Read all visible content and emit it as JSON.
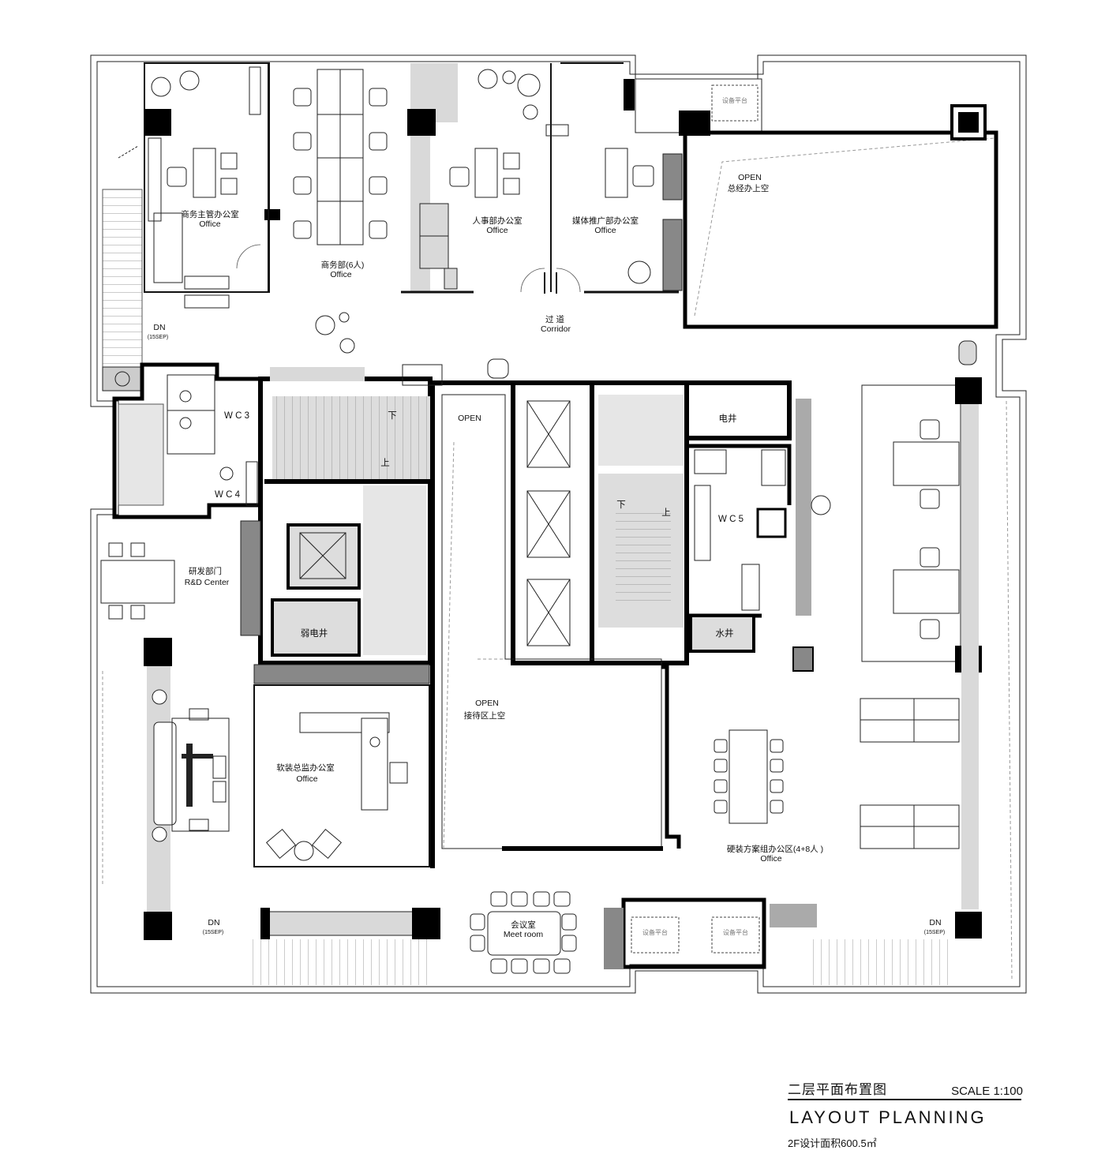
{
  "rooms": {
    "business_manager": {
      "cn": "商务主管办公室",
      "en": "Office"
    },
    "business_dept": {
      "cn": "商务部(6人)",
      "en": "Office"
    },
    "hr": {
      "cn": "人事部办公室",
      "en": "Office"
    },
    "media": {
      "cn": "媒体推广部办公室",
      "en": "Office"
    },
    "gm_open": {
      "cn": "总经办上空",
      "en": "OPEN"
    },
    "corridor": {
      "cn": "过 道",
      "en": "Corridor"
    },
    "wc3": "W C 3",
    "wc4": "W C 4",
    "wc5": "W C 5",
    "rd": {
      "cn": "研发部门",
      "en": "R&D Center"
    },
    "weak_shaft": "弱电井",
    "elec_shaft": "电井",
    "water_shaft": "水井",
    "reception_open": {
      "cn": "接待区上空",
      "en": "OPEN"
    },
    "open_top": "OPEN",
    "soft_office": {
      "cn": "软装总监办公室",
      "en": "Office"
    },
    "hard_office": {
      "cn": "硬装方案组办公区(4+8人 )",
      "en": "Office"
    },
    "meeting": {
      "cn": "会议室",
      "en": "Meet room"
    },
    "stair_down": "下",
    "stair_up": "上",
    "dn": "DN",
    "dn_ref": "(15SEP)",
    "equip_platform": "设备平台"
  },
  "title": {
    "cn": "二层平面布置图",
    "scale": "SCALE  1:100",
    "en": "LAYOUT  PLANNING",
    "area": "2F设计面积600.5㎡"
  },
  "colors": {
    "wall": "#000000",
    "fill_gray": "#d9d9d9",
    "line": "#222222"
  }
}
